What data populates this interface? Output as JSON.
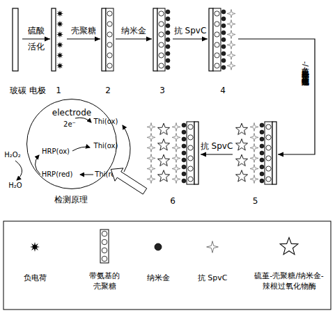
{
  "diagram": {
    "nodes": [
      {
        "text": [
          "玻碳 电极"
        ]
      },
      {
        "text": [
          "1"
        ]
      },
      {
        "text": [
          "2"
        ]
      },
      {
        "text": [
          "3"
        ]
      },
      {
        "text": [
          "4"
        ]
      },
      {
        "text": [
          "5"
        ]
      },
      {
        "text": [
          "6"
        ]
      },
      {
        "text": [
          "electrode"
        ]
      }
    ],
    "edges": [
      {
        "from": 0,
        "to": 1,
        "label": "硫酸",
        "arrow": "to"
      },
      {
        "from": 1,
        "to": 2,
        "label": "壳聚糖",
        "arrow": "to"
      },
      {
        "from": 2,
        "to": 3,
        "label": "纳米金",
        "arrow": "to"
      },
      {
        "from": 3,
        "to": 4,
        "label": "抗 SpvC",
        "arrow": "to"
      },
      {
        "from": 4,
        "to": 5,
        "label": "硫堇-壳聚糖/纳米金- 辣根过氧化物酶",
        "arrow": "to"
      },
      {
        "from": 5,
        "to": 6,
        "label": "抗 SpvC",
        "arrow": "to"
      },
      {
        "from": 6,
        "to": 7,
        "arrow": "to"
      }
    ],
    "labels": [
      "活化",
      "2e⁻",
      "Thi(ox)",
      "Thi(ox)",
      "HRP(ox)",
      "HRP(red)",
      "Thi(red)",
      "H₂O₂",
      "H₂O",
      "检测原理"
    ],
    "legend": [
      {
        "text": "负电荷"
      },
      {
        "text": "带氨基的 壳聚糖"
      },
      {
        "text": "纳米金"
      },
      {
        "text": "抗 SpvC"
      },
      {
        "text": "硫堇-壳聚糖/纳米金- 辣根过氧化物酶"
      }
    ]
  }
}
